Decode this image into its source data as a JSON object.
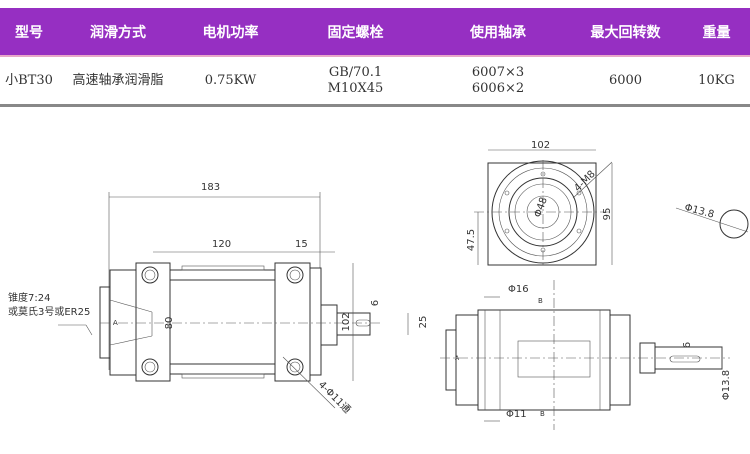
{
  "table": {
    "headers": [
      "型号",
      "润滑方式",
      "电机功率",
      "固定螺栓",
      "使用轴承",
      "最大回转数",
      "重量"
    ],
    "row": {
      "model": "小BT30",
      "lubrication": "高速轴承润滑脂",
      "power": "0.75KW",
      "bolt_line1": "GB/70.1",
      "bolt_line2": "M10X45",
      "bearing_line1": "6007×3",
      "bearing_line2": "6006×2",
      "max_rpm": "6000",
      "weight": "10KG"
    }
  },
  "drawing": {
    "side_view": {
      "total_length": "183",
      "body_length": "120",
      "flange": "15",
      "height": "102",
      "inner": "80",
      "shaft_dia": "25",
      "key": "6",
      "holes": "4-Φ11通",
      "taper_line1": "锥度7:24",
      "taper_line2": "或莫氏3号或ER25",
      "mark_a": "A"
    },
    "end_view": {
      "width": "102",
      "height": "95",
      "half_height": "47.5",
      "pitch": "Φ48",
      "threads": "4-M8"
    },
    "section": {
      "dia": "Φ13.8"
    },
    "top_view": {
      "bore_top": "Φ16",
      "bore_bottom": "Φ11",
      "key": "6",
      "shaft_dia": "Φ13.8",
      "section_mark": "B",
      "mark_a": "A"
    }
  }
}
